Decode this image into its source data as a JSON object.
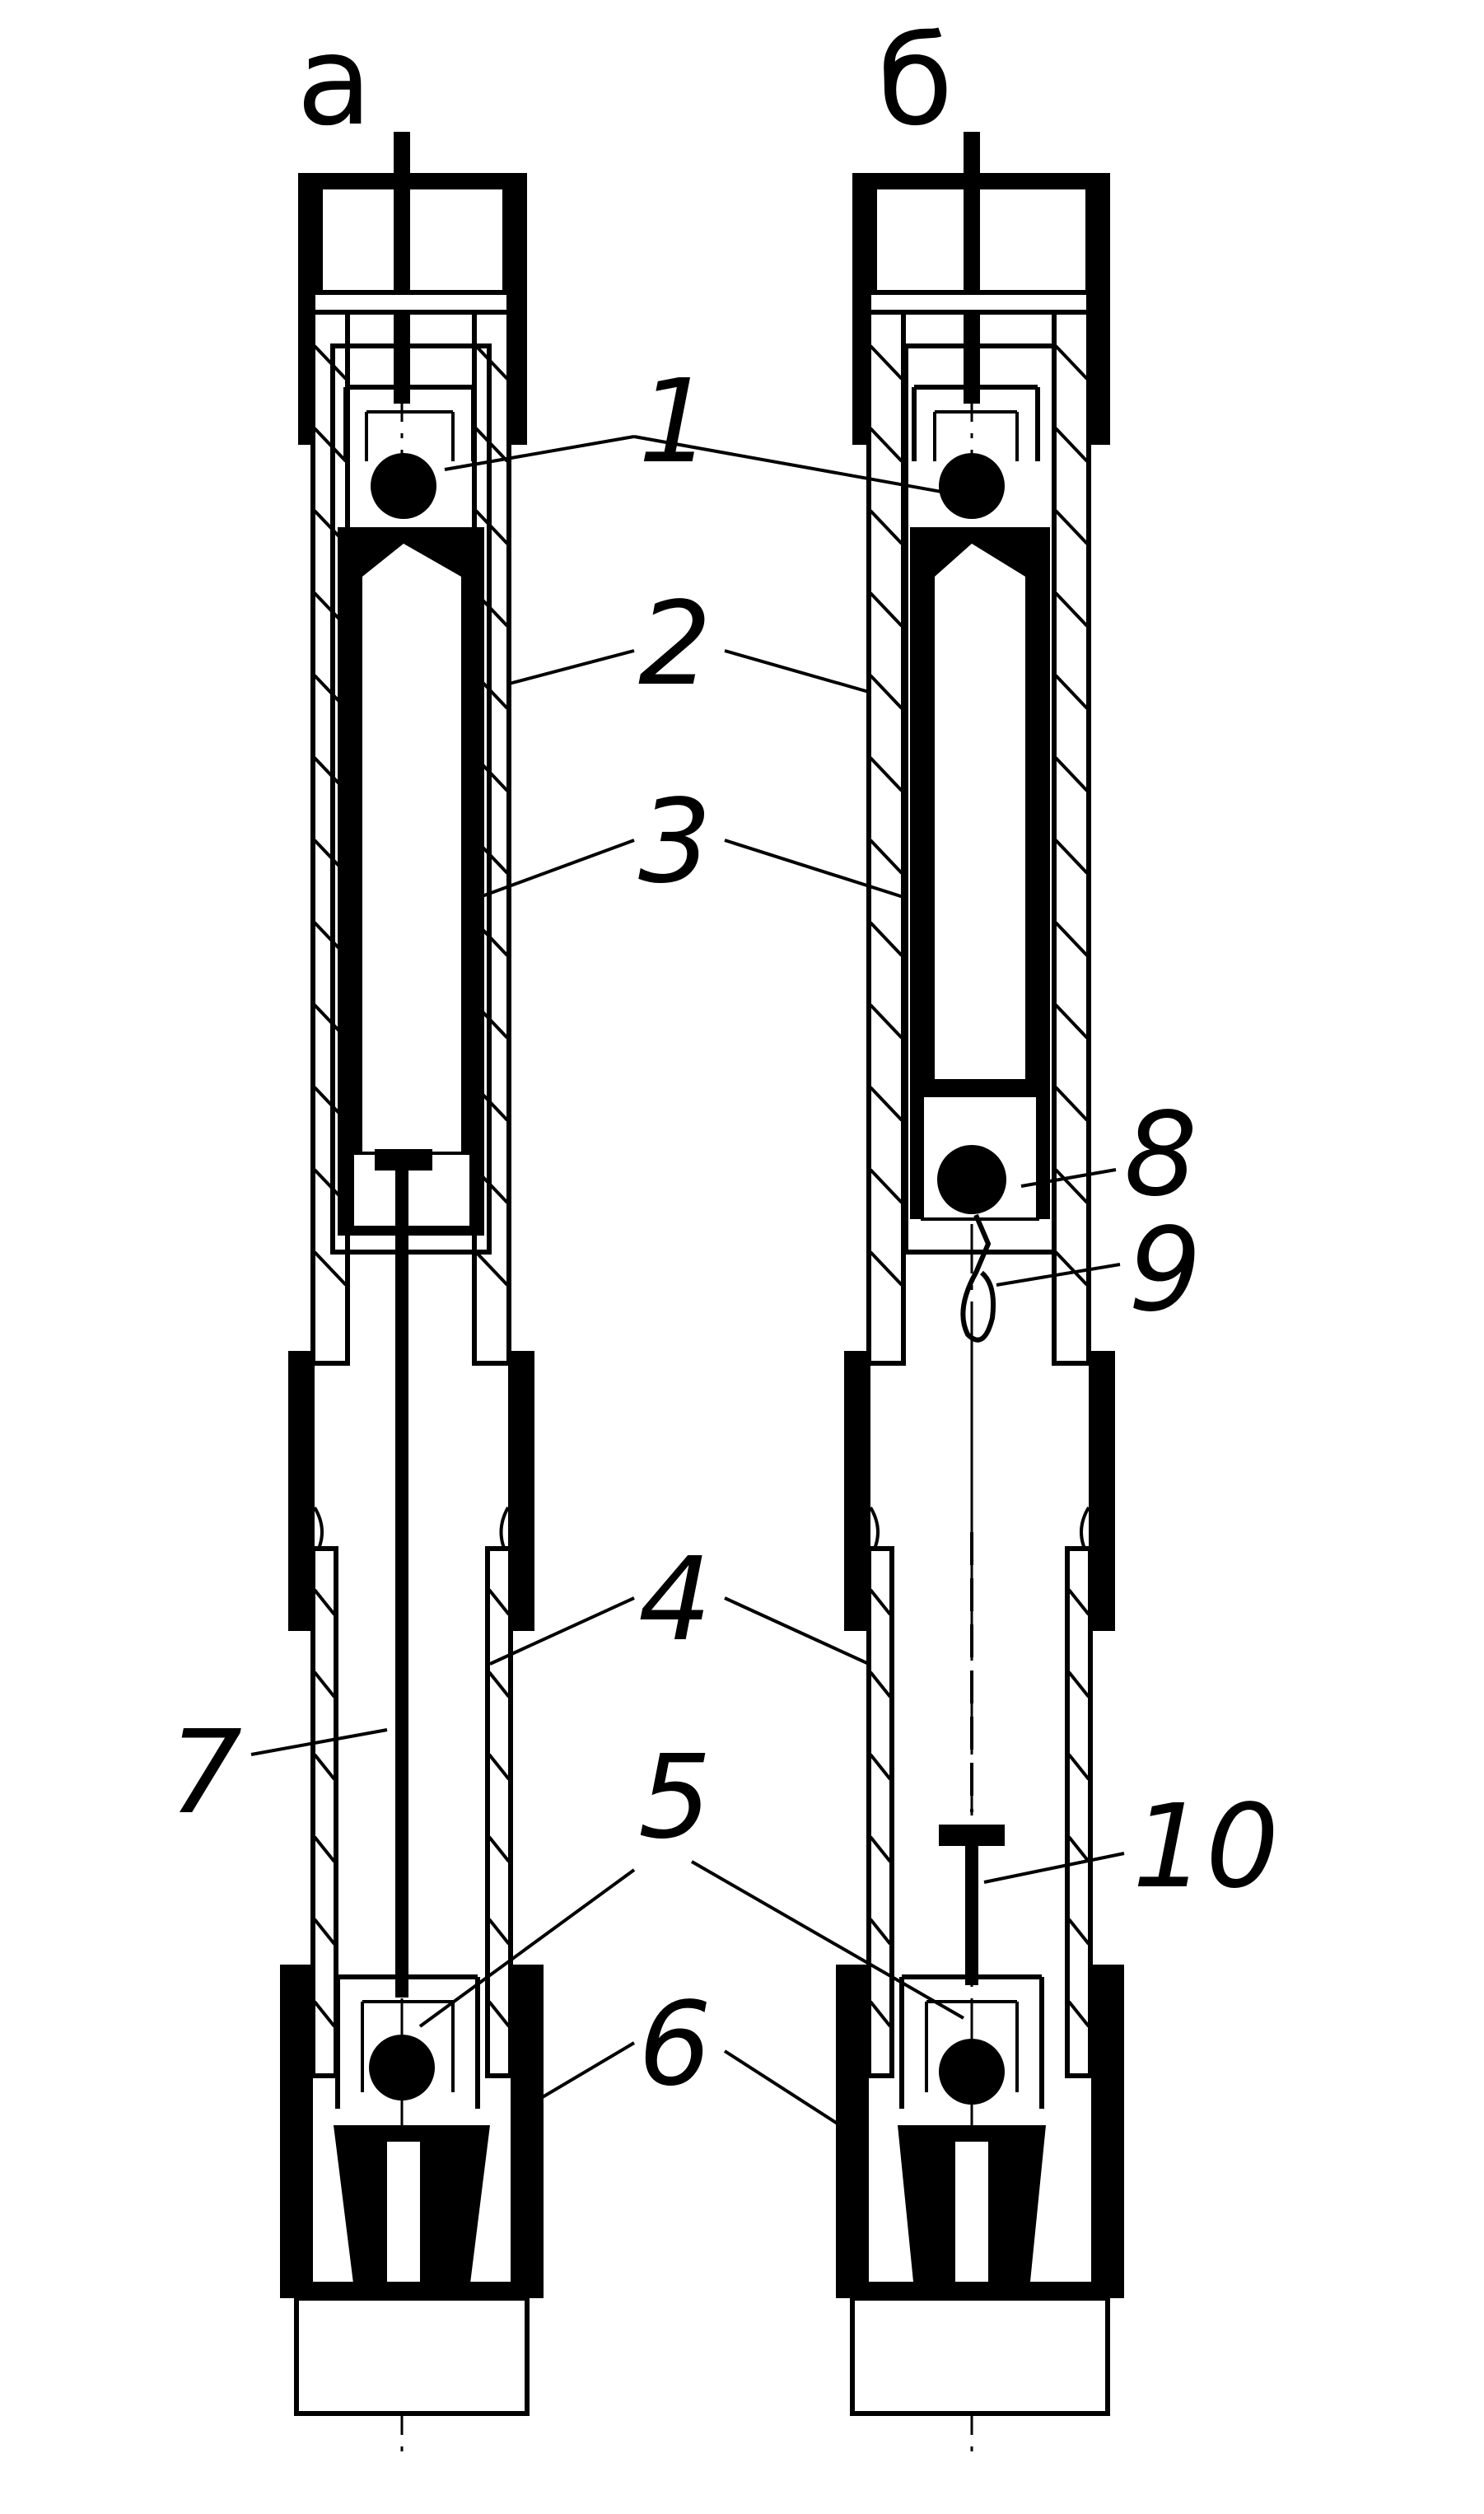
{
  "diagram": {
    "panels": [
      {
        "id": "a",
        "label": "а"
      },
      {
        "id": "b",
        "label": "б"
      }
    ],
    "callouts": {
      "c1": "1",
      "c2": "2",
      "c3": "3",
      "c4": "4",
      "c5": "5",
      "c6": "6",
      "c7": "7",
      "c8": "8",
      "c9": "9",
      "c10": "10"
    },
    "colors": {
      "ink": "#000000",
      "paper": "#ffffff"
    }
  }
}
